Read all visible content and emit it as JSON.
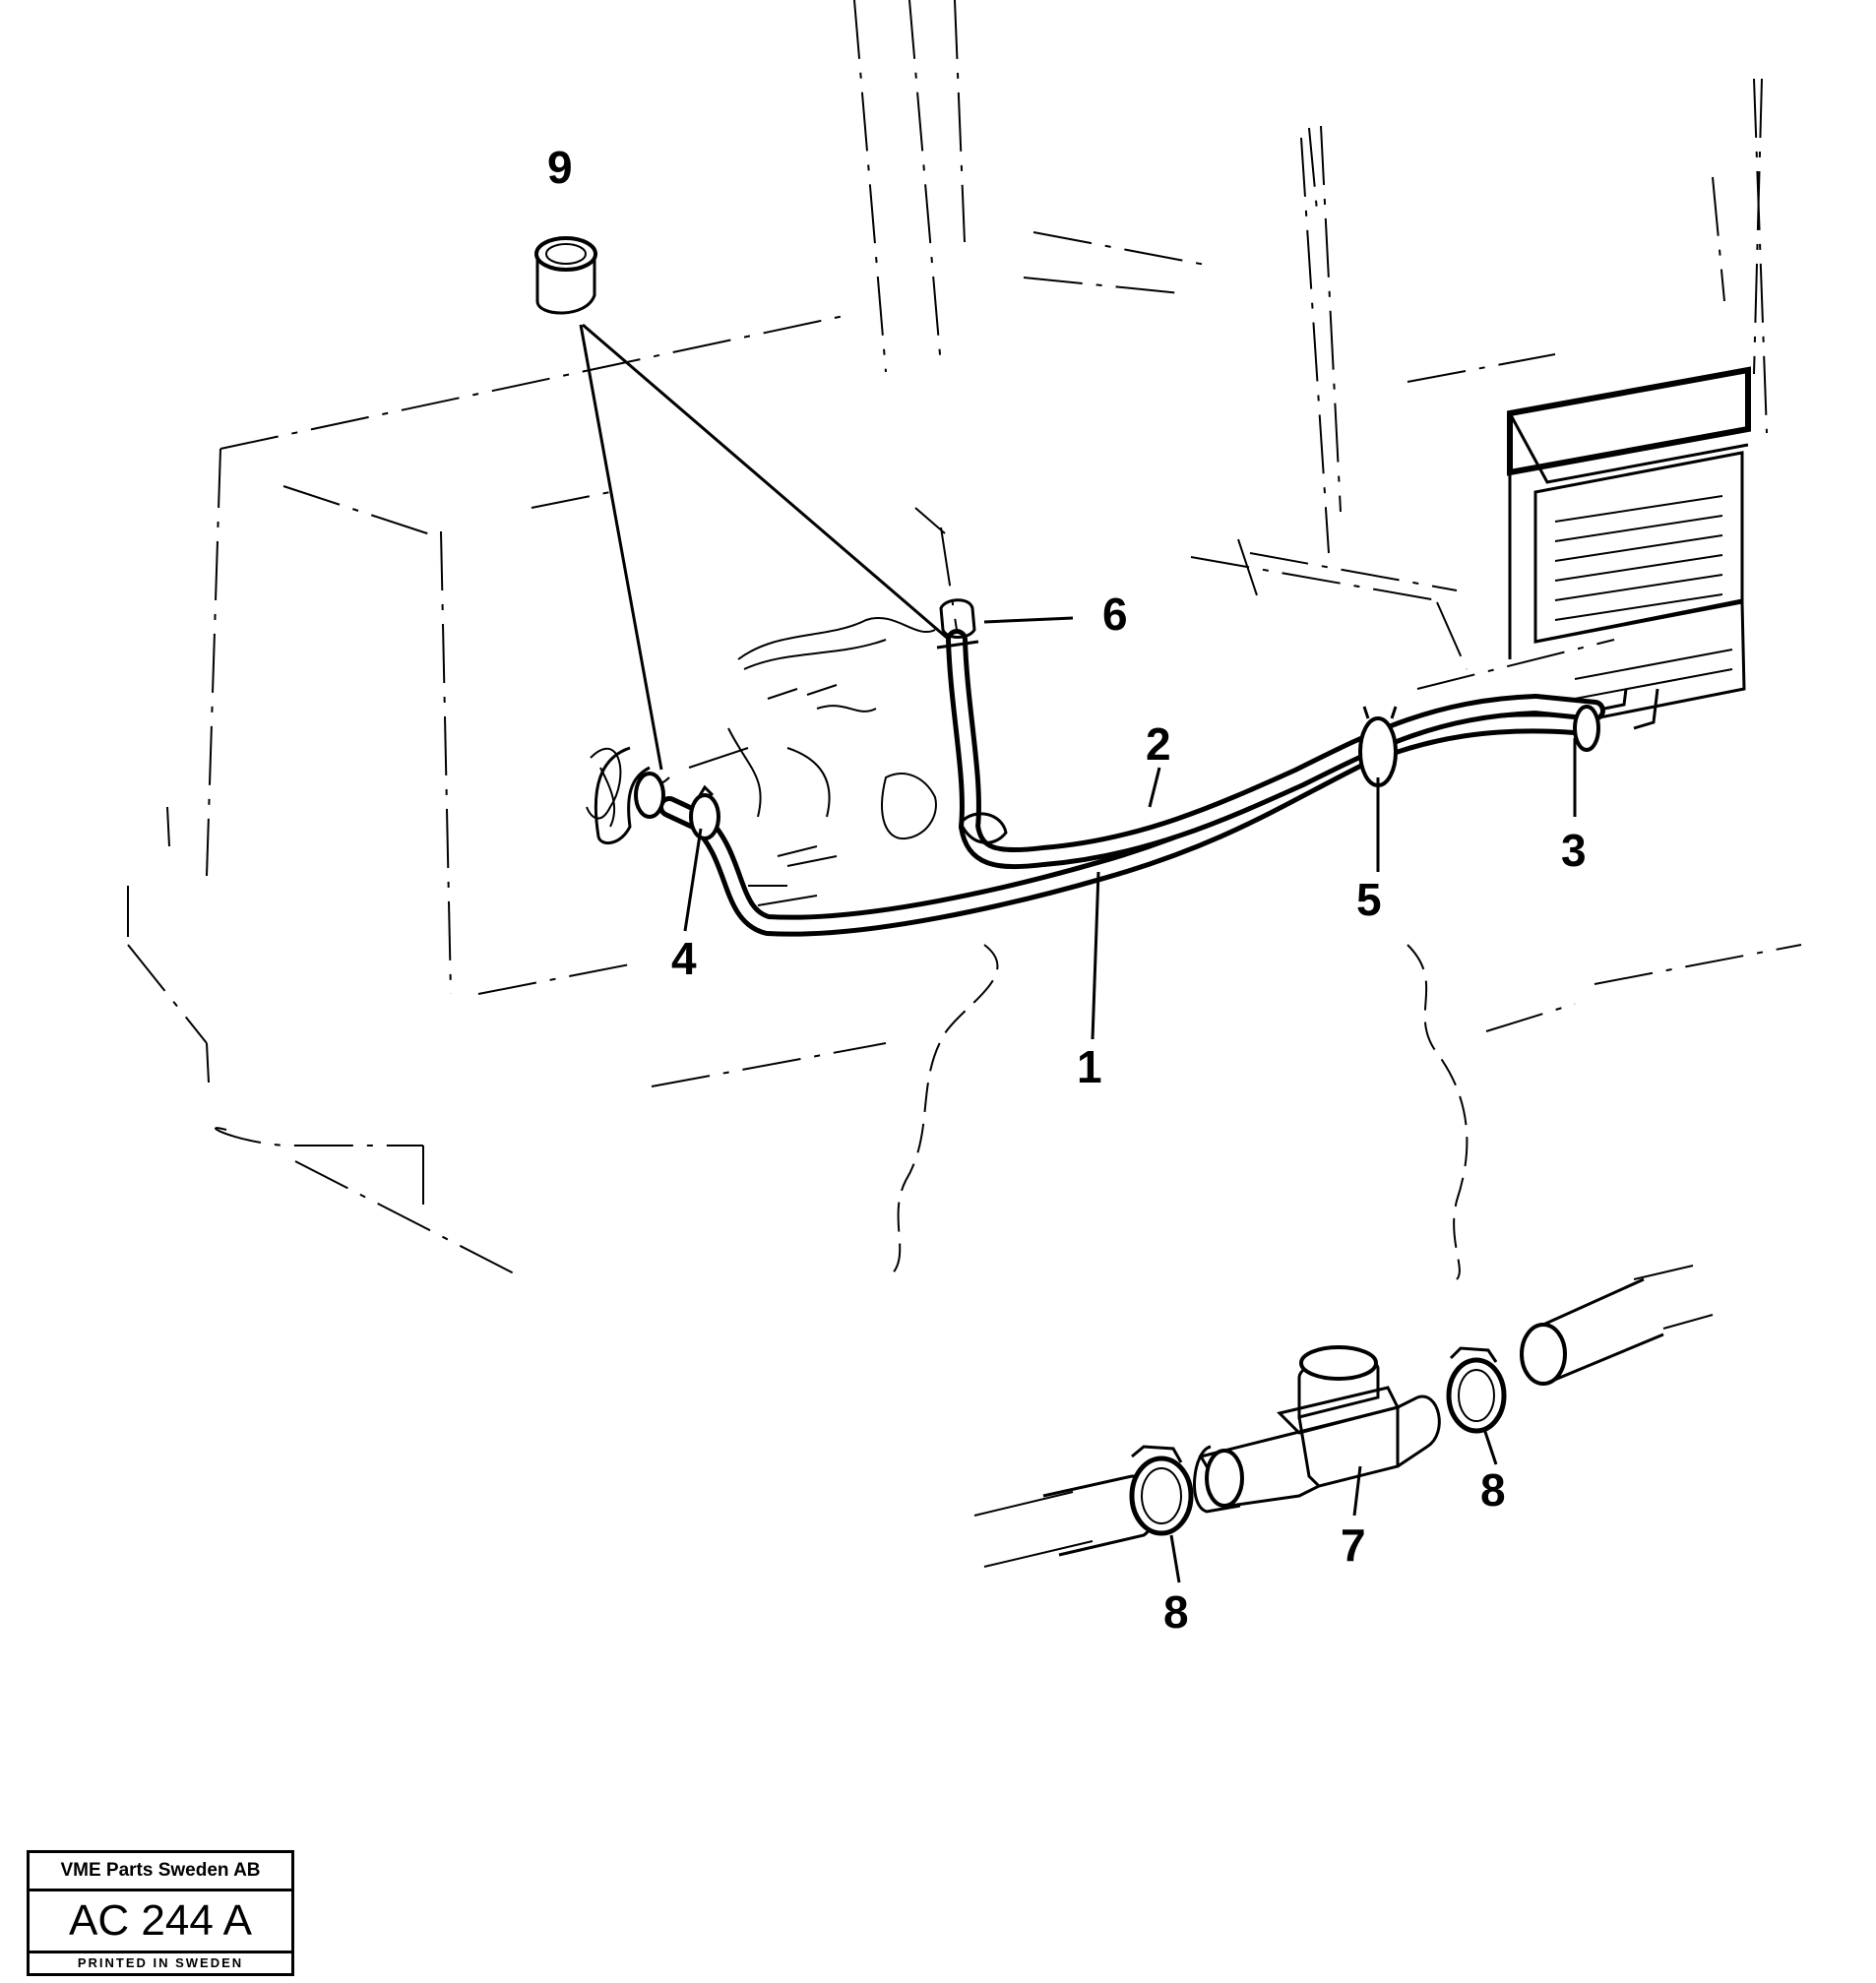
{
  "diagram": {
    "callouts": [
      {
        "id": "1",
        "label": "1"
      },
      {
        "id": "2",
        "label": "2"
      },
      {
        "id": "3",
        "label": "3"
      },
      {
        "id": "4",
        "label": "4"
      },
      {
        "id": "5",
        "label": "5"
      },
      {
        "id": "6",
        "label": "6"
      },
      {
        "id": "7",
        "label": "7"
      },
      {
        "id": "8a",
        "label": "8"
      },
      {
        "id": "8b",
        "label": "8"
      },
      {
        "id": "9",
        "label": "9"
      }
    ]
  },
  "reference_box": {
    "company": "VME Parts Sweden AB",
    "code": "AC 244 A",
    "printed": "PRINTED IN SWEDEN"
  }
}
